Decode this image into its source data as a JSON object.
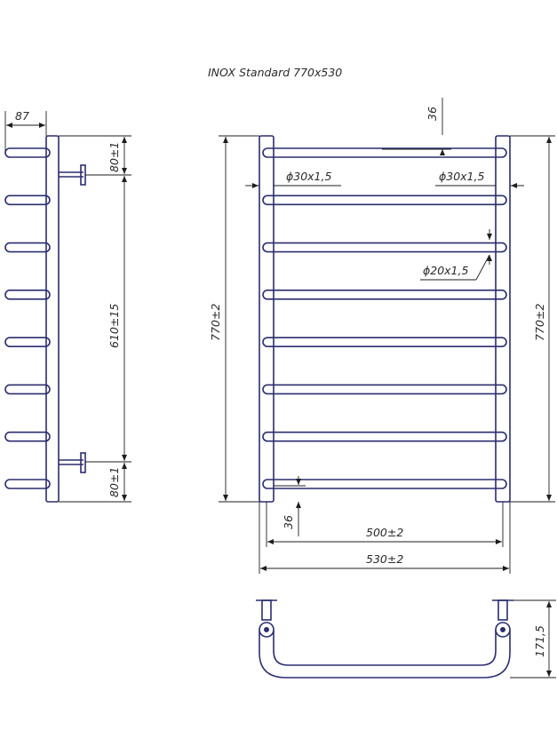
{
  "title": "INOX Standard 770x530",
  "side_view": {
    "width": "87",
    "top_offset": "80±1",
    "pitch": "610±15",
    "bottom_offset": "80±1"
  },
  "front_view": {
    "height_left": "770±2",
    "height_right": "770±2",
    "top_gap": "36",
    "bottom_gap": "36",
    "main_bar_left": "ϕ30x1,5",
    "main_bar_right": "ϕ30x1,5",
    "rung_diameter": "ϕ20x1,5",
    "inner_width": "500±2",
    "outer_width": "530±2",
    "rung_count": 8
  },
  "top_view": {
    "depth": "171,5"
  }
}
